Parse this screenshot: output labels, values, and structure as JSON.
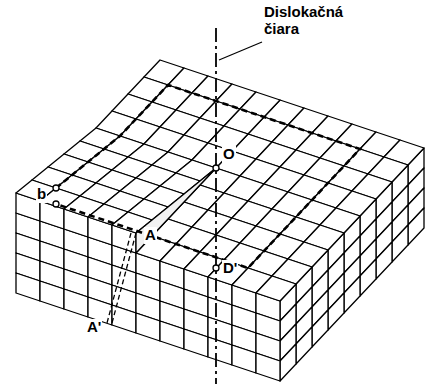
{
  "diagram": {
    "labels": [
      "Dislokačná čiara",
      "O",
      "b",
      "A",
      "D'",
      "A'"
    ]
  }
}
